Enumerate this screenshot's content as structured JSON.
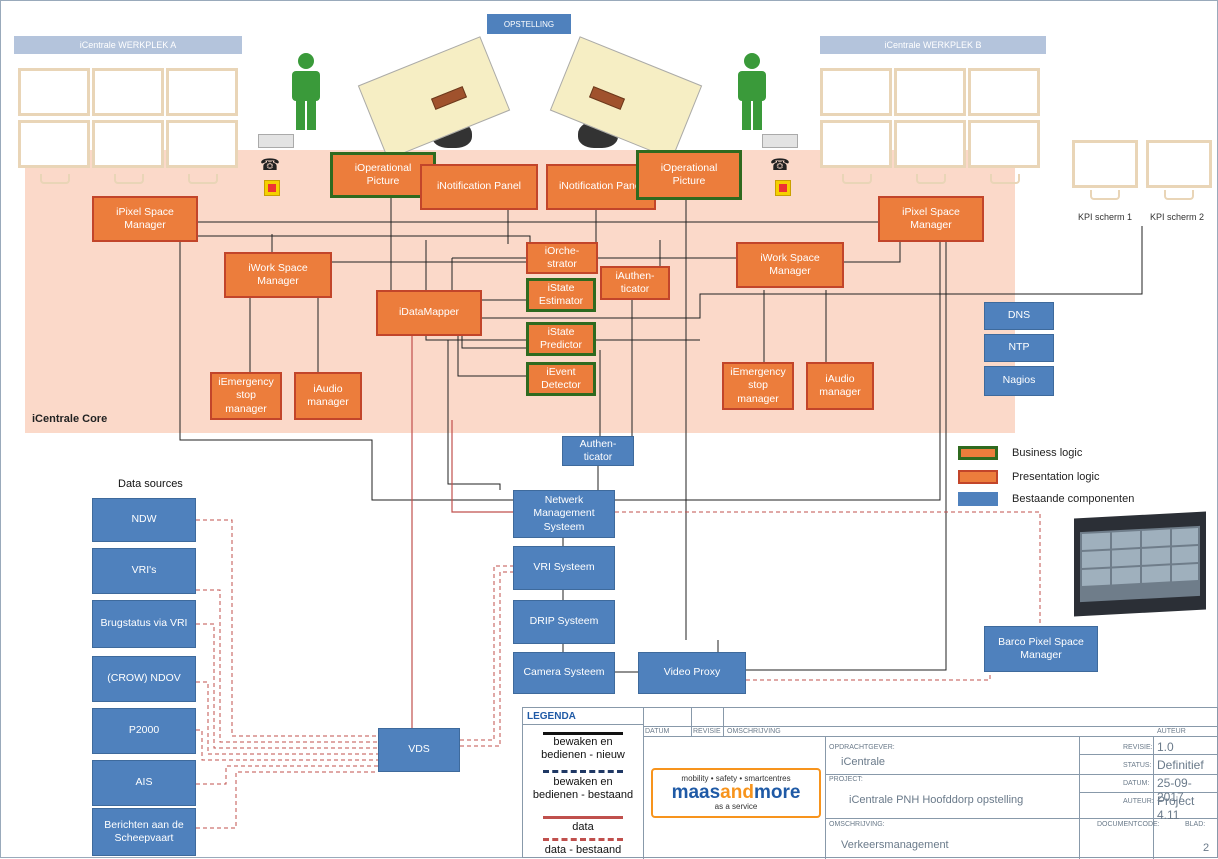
{
  "header": {
    "title": "OPSTELLING"
  },
  "workplaces": {
    "a_title": "iCentrale WERKPLEK A",
    "b_title": "iCentrale WERKPLEK B"
  },
  "kpi": {
    "screen1": "KPI scherm 1",
    "screen2": "KPI scherm 2"
  },
  "core": {
    "label": "iCentrale Core"
  },
  "components": {
    "op_picture_left": "iOperational\nPicture",
    "op_picture_right": "iOperational\nPicture",
    "notif_left": "iNotification Panel",
    "notif_right": "iNotification Panel",
    "pixel_left": "iPixel Space\nManager",
    "pixel_right": "iPixel Space\nManager",
    "work_left": "iWork Space\nManager",
    "work_right": "iWork Space\nManager",
    "orchestrator": "iOrche-\nstrator",
    "authenticator_i": "iAuthen-\nticator",
    "state_estimator": "iState\nEstimator",
    "datamapper": "iDataMapper",
    "state_predictor": "iState\nPredictor",
    "event_detector": "iEvent\nDetector",
    "emergency_left": "iEmergency\nstop\nmanager",
    "audio_left": "iAudio\nmanager",
    "emergency_right": "iEmergency\nstop\nmanager",
    "audio_right": "iAudio\nmanager",
    "dns": "DNS",
    "ntp": "NTP",
    "nagios": "Nagios",
    "authenticator": "Authen-\nticator",
    "nms": "Netwerk\nManagement\nSysteem",
    "vri_systeem": "VRI Systeem",
    "drip_systeem": "DRIP Systeem",
    "camera_systeem": "Camera  Systeem",
    "video_proxy": "Video Proxy",
    "vds": "VDS",
    "barco": "Barco Pixel Space\nManager"
  },
  "data_sources": {
    "title": "Data sources",
    "items": [
      "NDW",
      "VRI's",
      "Brugstatus via VRI",
      "(CROW) NDOV",
      "P2000",
      "AIS",
      "Berichten aan de\nScheepvaart"
    ]
  },
  "legend_right": {
    "business": "Business  logic",
    "presentation": "Presentation  logic",
    "existing": "Bestaande componenten"
  },
  "title_block": {
    "legend_title": "LEGENDA",
    "legend_items": [
      "bewaken en\nbedienen - nieuw",
      "bewaken en\nbedienen - bestaand",
      "data",
      "data - bestaand"
    ],
    "col_datum": "DATUM",
    "col_revisie": "REVISIE",
    "col_omschrijving": "OMSCHRIJVING",
    "col_auteur": "AUTEUR",
    "opdrachtgever_label": "OPDRACHTGEVER:",
    "opdrachtgever": "iCentrale",
    "project_label": "PROJECT:",
    "project": "iCentrale PNH Hoofddorp opstelling",
    "omschrijving_label": "OMSCHRIJVING:",
    "omschrijving": "Verkeersmanagement",
    "revisie_label": "REVISIE:",
    "revisie": "1.0",
    "status_label": "STATUS:",
    "status": "Definitief",
    "datum_label": "DATUM:",
    "datum": "25-09-2017",
    "auteur_label": "AUTEUR:",
    "auteur": "Project 4.11",
    "documentcode_label": "DOCUMENTCODE:",
    "blad_label": "BLAD:",
    "blad": "2",
    "logo_top": "mobility • safety • smartcentres",
    "logo_main_a": "maas",
    "logo_main_b": "and",
    "logo_main_c": "more",
    "logo_bottom": "as a service"
  },
  "colors": {
    "presentation_fill": "#ec7d3c",
    "presentation_border": "#c2452a",
    "business_border": "#2f6a1f",
    "existing": "#4f81bd",
    "core_bg": "#fbd9c9",
    "data_line": "#c0504d"
  }
}
